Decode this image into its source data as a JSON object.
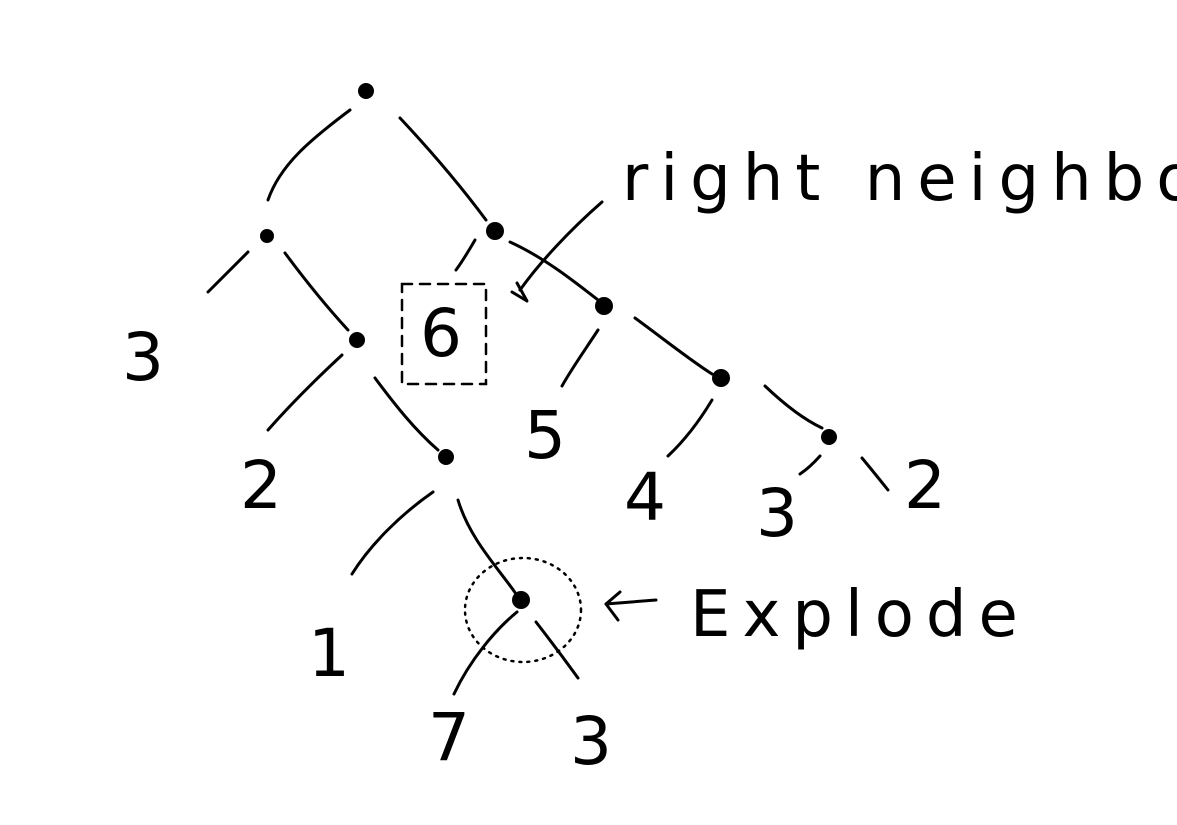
{
  "diagram": {
    "leaves": {
      "leaf_3_left": "3",
      "leaf_2_left": "2",
      "leaf_1": "1",
      "leaf_7": "7",
      "leaf_3_bottom": "3",
      "leaf_6_boxed": "6",
      "leaf_5": "5",
      "leaf_4": "4",
      "leaf_3_right": "3",
      "leaf_2_right": "2"
    },
    "annotations": {
      "right_neighbor": "right neighbor",
      "explode": "Explode"
    }
  }
}
